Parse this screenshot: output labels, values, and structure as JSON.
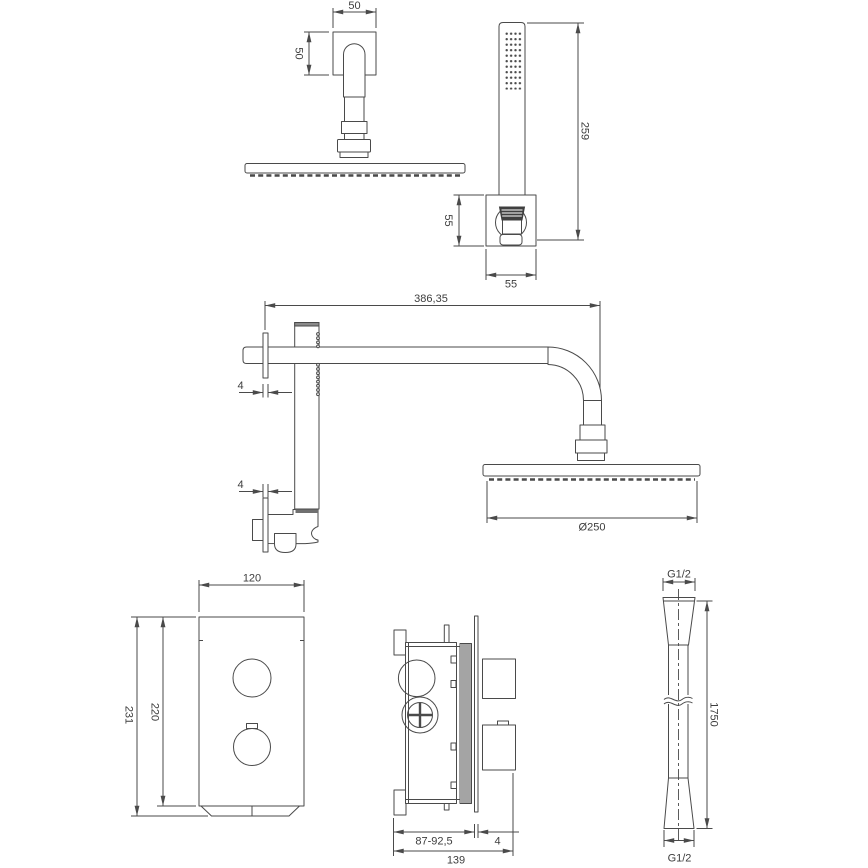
{
  "drawing": {
    "background_color": "#ffffff",
    "line_color": "#4a4a4a",
    "text_color": "#3d3d3d",
    "views": {
      "overhead_shower_front": {
        "escutcheon_width": "50",
        "escutcheon_height": "50"
      },
      "hand_shower_front": {
        "hand_shower_length": "259",
        "holder_height": "55",
        "holder_width": "55"
      },
      "shower_arm_side": {
        "arm_reach": "386,35",
        "wall_flange_thickness": "4",
        "holder_flange_thickness": "4",
        "head_diameter": "Ø250"
      },
      "mixer_front": {
        "plate_width": "120",
        "overall_height": "231",
        "plate_height": "220"
      },
      "mixer_side": {
        "installation_depth": "87-92,5",
        "plate_thickness": "4",
        "overall_depth": "139"
      },
      "hose": {
        "top_connection": "G1/2",
        "bottom_connection": "G1/2",
        "length": "1750"
      }
    }
  }
}
